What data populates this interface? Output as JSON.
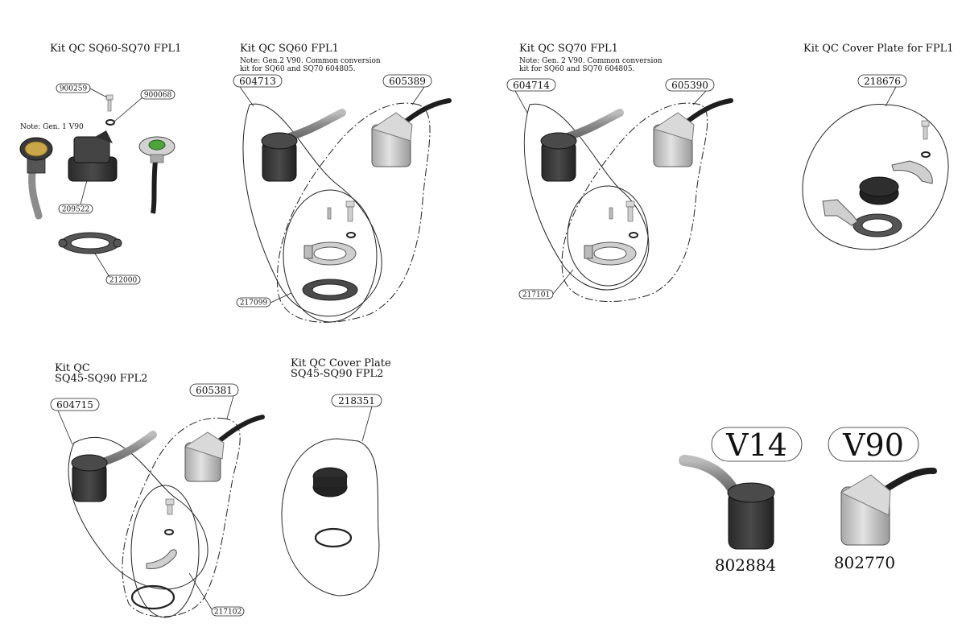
{
  "kits": {
    "k1": {
      "title": "Kit QC SQ60-SQ70 FPL1",
      "note": "Note: Gen. 1 V90",
      "parts": [
        "900259",
        "900068",
        "209522",
        "212000"
      ]
    },
    "k2": {
      "title": "Kit QC SQ60 FPL1",
      "note1": "Note: Gen.2 V90. Common conversion",
      "note2": "kit for SQ60 and SQ70 604805.",
      "parts": [
        "604713",
        "605389",
        "217099"
      ]
    },
    "k3": {
      "title": "Kit QC SQ70 FPL1",
      "note1": "Note: Gen. 2 V90. Common conversion",
      "note2": "kit for SQ60 and SQ70 604805.",
      "parts": [
        "604714",
        "605390",
        "217101"
      ]
    },
    "k4": {
      "title": "Kit QC Cover Plate for FPL1",
      "parts": [
        "218676"
      ]
    },
    "k5": {
      "title1": "Kit QC",
      "title2": "SQ45-SQ90 FPL2",
      "parts": [
        "604715",
        "605381",
        "217102"
      ]
    },
    "k6": {
      "title1": "Kit QC Cover Plate",
      "title2": "SQ45-SQ90 FPL2",
      "parts": [
        "218351"
      ]
    }
  },
  "legend": {
    "v14": {
      "label": "V14",
      "number": "802884"
    },
    "v90": {
      "label": "V90",
      "number": "802770"
    }
  },
  "colors": {
    "dark_part": "#3a3a3a",
    "light_part": "#c4c4c4",
    "cable": "#1e1e1e",
    "accent_green": "#4ea33a"
  }
}
